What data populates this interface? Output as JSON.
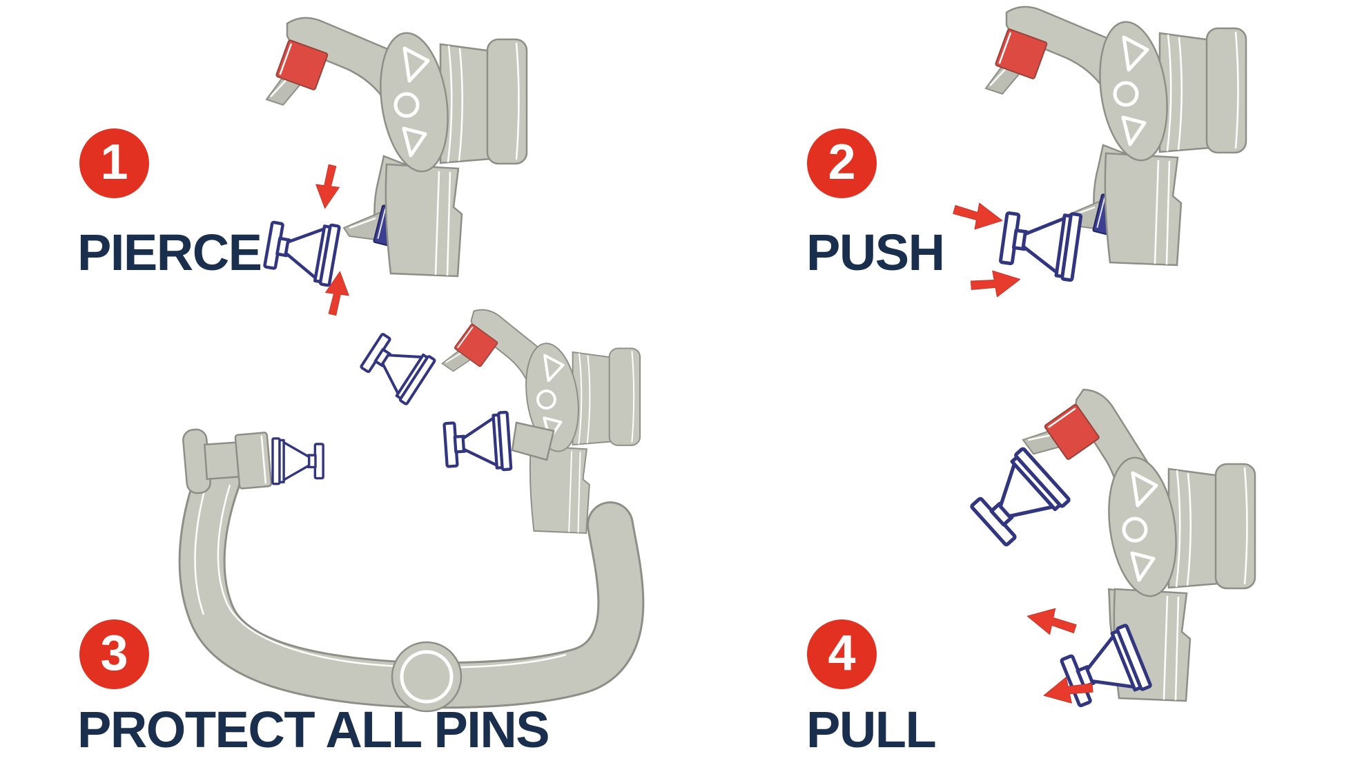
{
  "page": {
    "background": "#ffffff",
    "type": "instruction-sheet"
  },
  "colors": {
    "badge": "#e23120",
    "badge_number_text": "#ffffff",
    "label_text": "#1a2e4d",
    "arrow": "#e73b2d",
    "tool_body": "#c7c8bd",
    "tool_outline": "#8d8e86",
    "protector_outline": "#32357f",
    "pin_block_blue": "#3c3f91",
    "pin_block_red": "#dc4a42"
  },
  "steps": [
    {
      "number": "1",
      "label": "PIERCE",
      "illustration": "piercing-tool-with-pin-protector",
      "arrows": "down and up toward pin protector"
    },
    {
      "number": "2",
      "label": "PUSH",
      "illustration": "piercing-tool-with-pin-protector",
      "arrows": "rightward toward tool pin"
    },
    {
      "number": "3",
      "label": "PROTECT ALL PINS",
      "illustration": "clamp-tool-with-three-pin-protectors",
      "arrows": "none"
    },
    {
      "number": "4",
      "label": "PULL",
      "illustration": "piercing-tool-with-protectors-attached",
      "arrows": "leftward away from tool"
    }
  ]
}
